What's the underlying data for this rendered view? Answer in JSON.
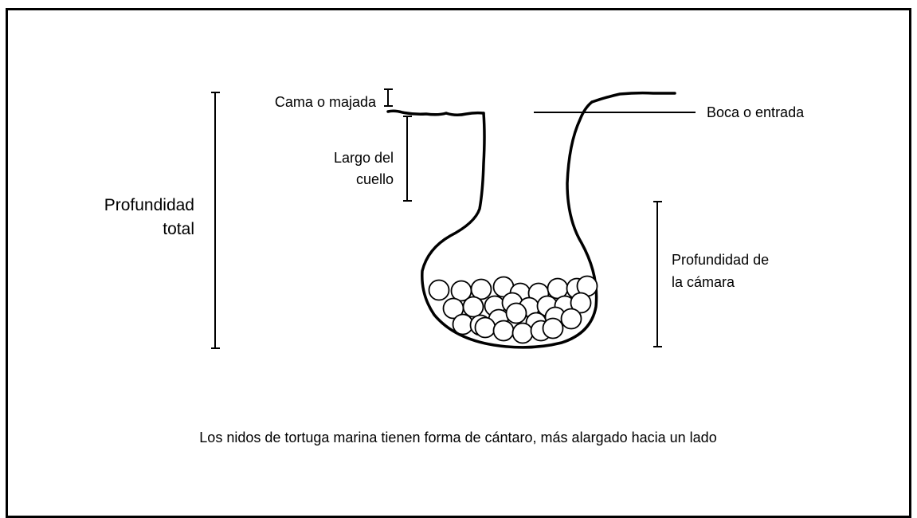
{
  "diagram": {
    "labels": {
      "cama": "Cama o majada",
      "boca": "Boca o entrada",
      "largo_line1": "Largo del",
      "largo_line2": "cuello",
      "prof_total_line1": "Profundidad",
      "prof_total_line2": "total",
      "prof_camara_line1": "Profundidad de",
      "prof_camara_line2": "la cámara"
    },
    "caption": "Los nidos de tortuga marina tienen forma de cántaro, más alargado hacia un lado",
    "egg_count": 30
  }
}
